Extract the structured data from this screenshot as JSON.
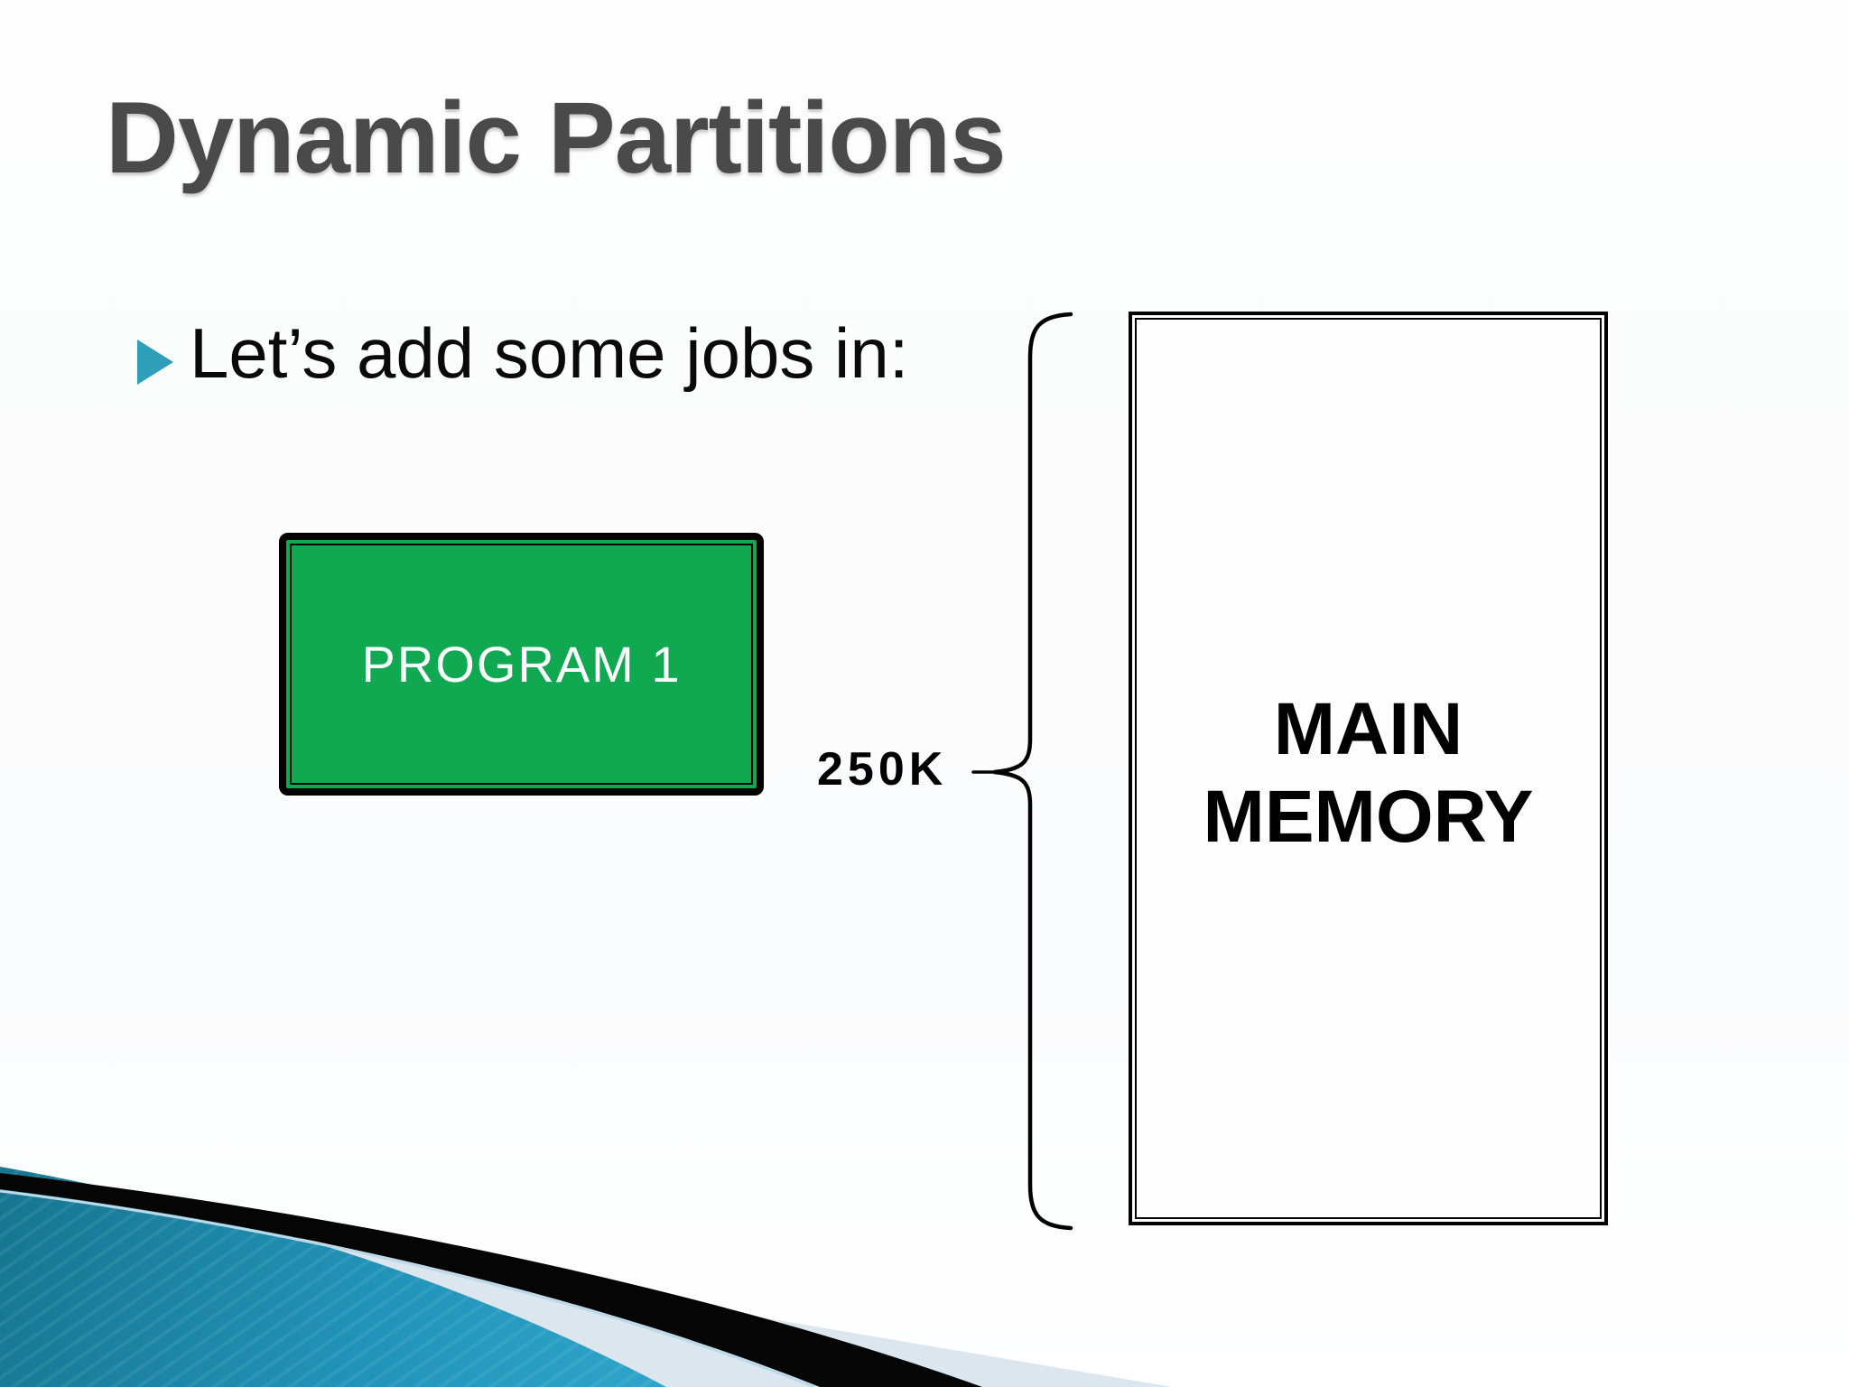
{
  "slide": {
    "title": "Dynamic Partitions",
    "bullet_text": "Let’s add some jobs in:",
    "program_box": {
      "label": "PROGRAM 1"
    },
    "size_label": "250K",
    "memory_box": {
      "label": "MAIN MEMORY"
    },
    "icons": {
      "bullet": "right-triangle-bullet-icon",
      "brace": "left-curly-brace"
    },
    "colors": {
      "title_gray": "#4A4A4A",
      "body_text": "#0A0A0A",
      "accent_teal_bullet": "#2F9FB9",
      "program_green": "#10A850",
      "program_text": "#FFFFFF",
      "box_border": "#000000",
      "footer_teal_dark": "#16758F",
      "footer_teal_light": "#2FA6CB",
      "footer_pale_blue": "#DBE6EF",
      "footer_black": "#050505",
      "footer_highlight_line": "#BCD9E8"
    }
  }
}
